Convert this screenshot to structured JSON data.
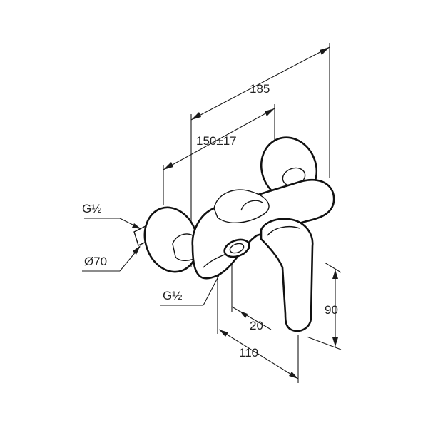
{
  "dimensions": {
    "overall_width": "185",
    "center_distance": "150±17",
    "inlet_thread": "G½",
    "escutcheon_diameter": "Ø70",
    "outlet_thread": "G½",
    "outlet_offset": "20",
    "depth": "110",
    "height": "90"
  }
}
